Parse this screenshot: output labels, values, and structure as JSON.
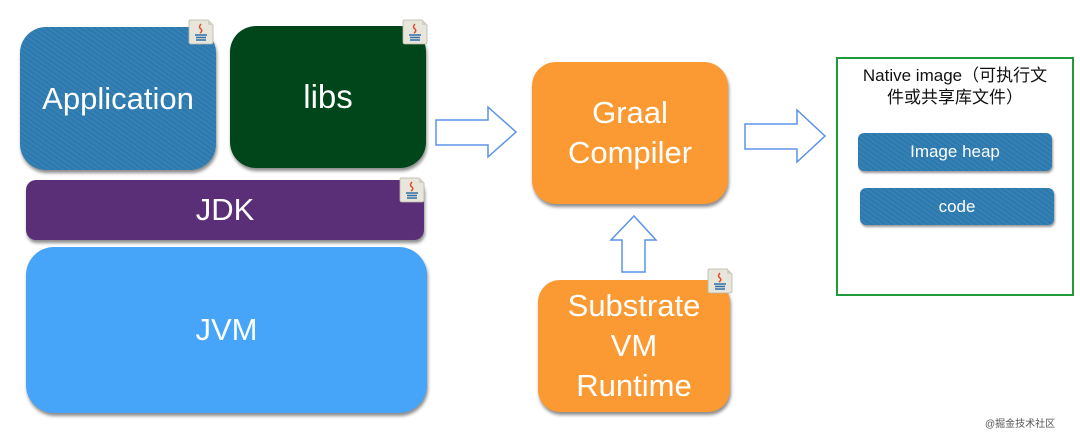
{
  "diagram": {
    "left_stack": {
      "application": {
        "label": "Application",
        "color": "#2e7db3"
      },
      "libs": {
        "label": "libs",
        "color": "#00461b"
      },
      "jdk": {
        "label": "JDK",
        "color": "#5a2f77"
      },
      "jvm": {
        "label": "JVM",
        "color": "#46a4f9"
      }
    },
    "graal_compiler": {
      "line1": "Graal",
      "line2": "Compiler",
      "color": "#fb9a33"
    },
    "substrate_vm": {
      "line1": "Substrate",
      "line2": "VM",
      "line3": "Runtime",
      "color": "#fb9a33"
    },
    "native_image": {
      "title_line1": "Native image（可执行文",
      "title_line2": "件或共享库文件）",
      "border_color": "#1f9a3a",
      "parts": [
        {
          "label": "Image heap"
        },
        {
          "label": "code"
        }
      ]
    },
    "icons": {
      "java": "java-file-icon",
      "arrow": "hollow-arrow"
    },
    "arrow_color": "#5b93e8"
  },
  "watermark": "@掘金技术社区"
}
